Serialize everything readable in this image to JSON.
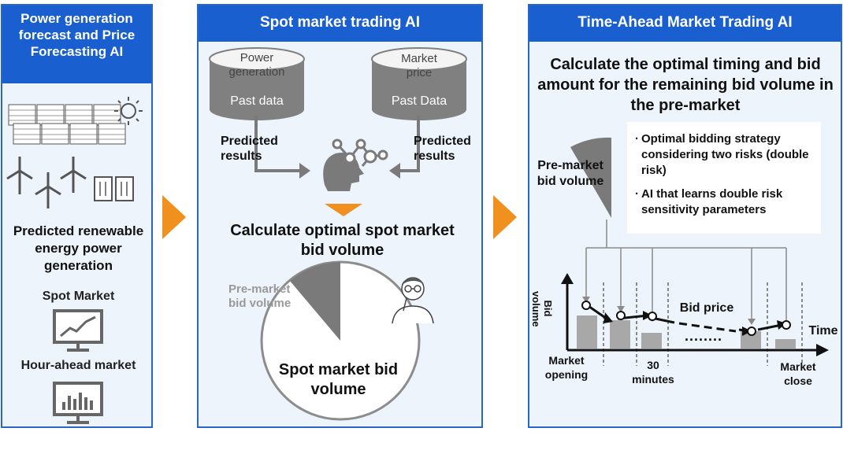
{
  "panel1": {
    "title": "Power generation forecast and Price Forecasting AI",
    "predicted": "Predicted renewable energy power generation",
    "spot_market": "Spot Market",
    "hour_ahead": "Hour-ahead market"
  },
  "panel2": {
    "title": "Spot market trading AI",
    "db_power_top": "Power generation",
    "db_power_bottom": "Past data",
    "db_price_top": "Market price",
    "db_price_bottom": "Past Data",
    "predicted_left": "Predicted results",
    "predicted_right": "Predicted results",
    "calculate": "Calculate optimal spot market bid volume",
    "pie_premarket": "Pre-market bid volume",
    "pie_spot": "Spot market bid volume"
  },
  "panel3": {
    "title": "Time-Ahead Market Trading AI",
    "calculate": "Calculate the optimal timing and bid amount for the remaining bid volume in the pre-market",
    "bullet1": "Optimal bidding strategy considering two risks (double risk)",
    "bullet2": "AI that learns double risk sensitivity parameters",
    "premarket": "Pre-market bid volume",
    "y_label": "Bid volume",
    "x_label": "Time",
    "bid_price": "Bid price",
    "market_opening": "Market opening",
    "thirty_minutes": "30 minutes",
    "market_close": "Market close",
    "dots": "........"
  },
  "colors": {
    "header": "#1a5fd0",
    "panel_bg": "#eef4fb",
    "arrow": "#f0901e",
    "gray": "#7a7a7a"
  }
}
